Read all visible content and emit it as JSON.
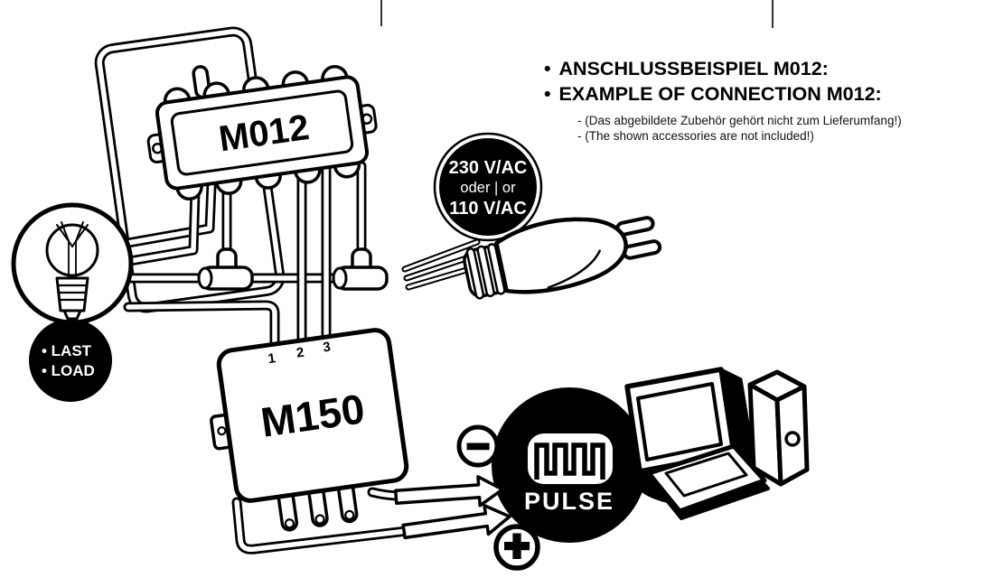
{
  "title_block": {
    "bullet_char": "•",
    "heading_de": "ANSCHLUSSBEISPIEL M012:",
    "heading_en": "EXAMPLE OF CONNECTION M012:",
    "note_de": "- (Das abgebildete Zubehör gehört nicht zum Lieferumfang!)",
    "note_en": "- (The shown accessories are not included!)"
  },
  "diagram": {
    "m012": {
      "label": "M012"
    },
    "m150": {
      "label": "M150",
      "terminals": [
        "1",
        "2",
        "3"
      ]
    },
    "power_badge": {
      "line1": "230 V/AC",
      "line2": "oder | or",
      "line3": "110 V/AC"
    },
    "load_badge": {
      "line1": "• LAST",
      "line2": "• LOAD"
    },
    "pulse_badge": {
      "label": "PULSE",
      "minus_symbol": "−",
      "plus_symbol": "+"
    }
  },
  "colors": {
    "ink": "#000000",
    "paper": "#ffffff",
    "badge_bg": "#000000",
    "badge_text": "#ffffff"
  }
}
